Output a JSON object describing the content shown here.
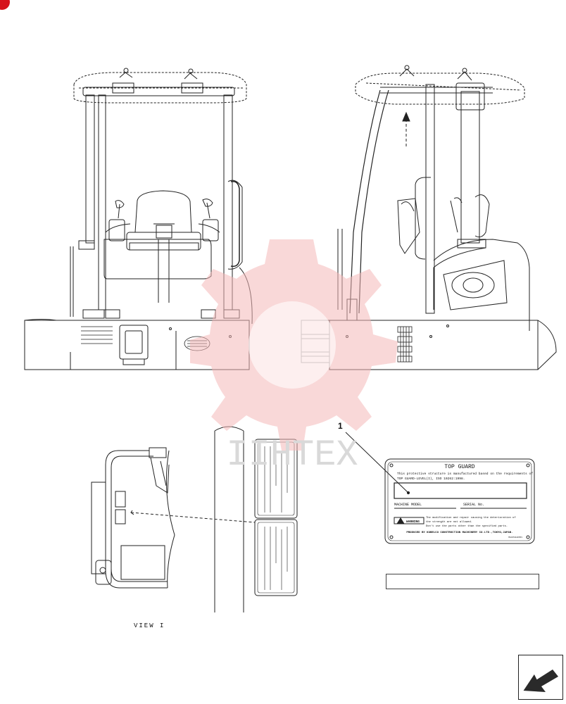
{
  "diagram": {
    "callout_number": "1",
    "view_label": "VIEW I",
    "watermark_text": "IIHTEX"
  },
  "plate": {
    "title": "TOP GUARD",
    "line1": "This protective structure is manufactured based on the requirements of",
    "line2": "TOP GUARD-LEVEL(I), ISO 10262:1998.",
    "machine_model_label": "MACHINE MODEL",
    "serial_no_label": "SERIAL No.",
    "warning_badge": "WARNING",
    "warning_line1": "The modification and repair causing the deterioration of",
    "warning_line2": "the strength are not allowed.",
    "warning_line3": "Don't use the parts other than the specified parts.",
    "produced_by": "PRODUCED BY KOBELCO CONSTRUCTION MACHINERY CO.LTD.,TOKYO,JAPAN.",
    "part_code": "YN20T01065P1"
  },
  "icons": {
    "nav": "next-page-arrow-icon",
    "corner": "red-corner-mark-icon"
  },
  "colors": {
    "line": "#222222",
    "watermark": "#f4b8b8",
    "accent": "#d6121b"
  }
}
